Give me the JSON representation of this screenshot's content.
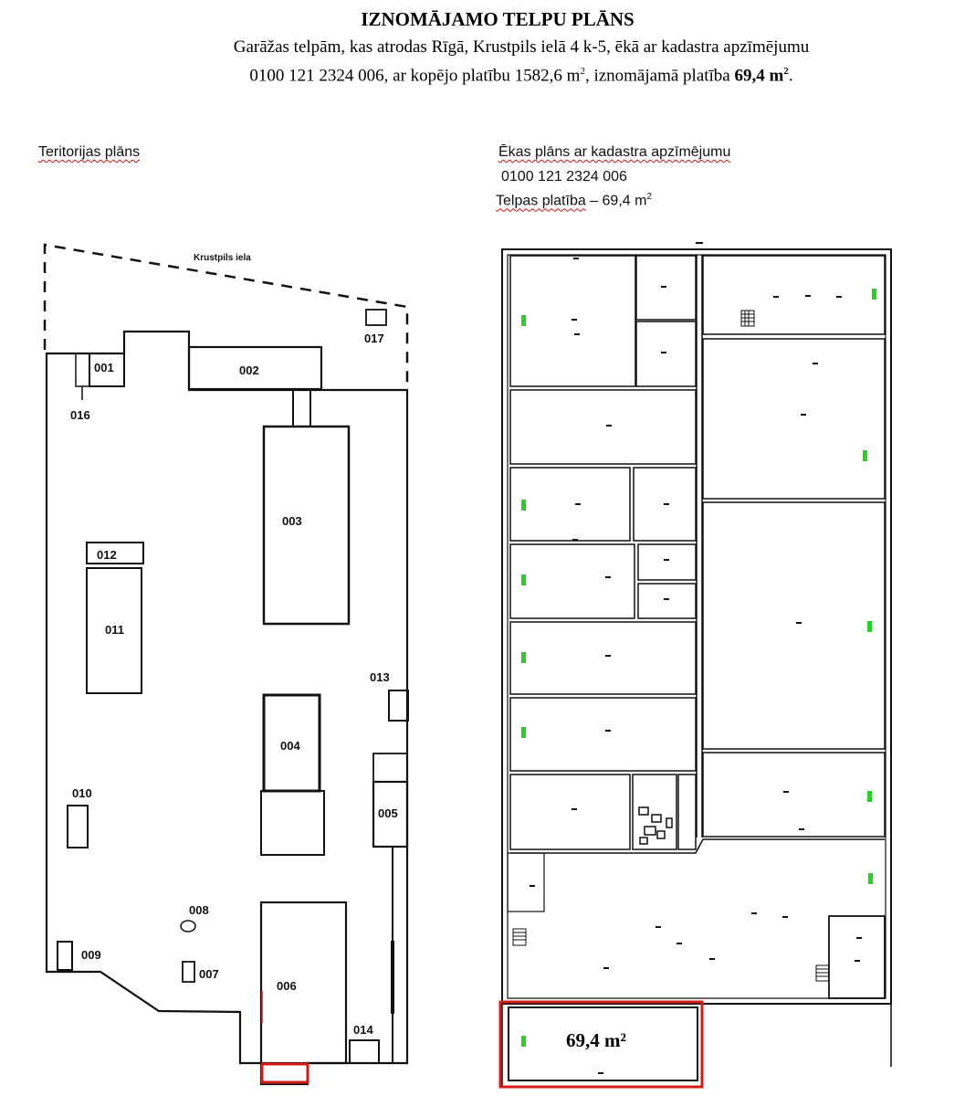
{
  "header": {
    "title": "IZNOMĀJAMO TELPU PLĀNS",
    "line1": "Garāžas telpām, kas atrodas Rīgā, Krustpils ielā 4 k-5, ēkā ar kadastra apzīmējumu",
    "line2_start": "0100 121 2324 006, ar kopējo platību 1582,6 m",
    "line2_mid": ", iznomājamā platība ",
    "line2_bold": "69,4 m",
    "sup": "2",
    "period": "."
  },
  "site_plan": {
    "heading": "Teritorijas plāns",
    "street": "Krustpils iela",
    "buildings": [
      "001",
      "002",
      "003",
      "004",
      "005",
      "006",
      "007",
      "008",
      "009",
      "010",
      "011",
      "012",
      "013",
      "014",
      "016",
      "017"
    ]
  },
  "building_plan": {
    "heading": "Ēkas plāns ar kadastra apzīmējumu",
    "cadastre": "0100 121 2324 006",
    "area_caption": "Telpas platība",
    "area_dash": " – ",
    "area_value": "69,4 m",
    "area_sup": "2",
    "leased_label": "69,4 m²"
  },
  "colors": {
    "highlight": "#d51a1a",
    "marker": "#22d422",
    "squiggle": "#d01010"
  }
}
